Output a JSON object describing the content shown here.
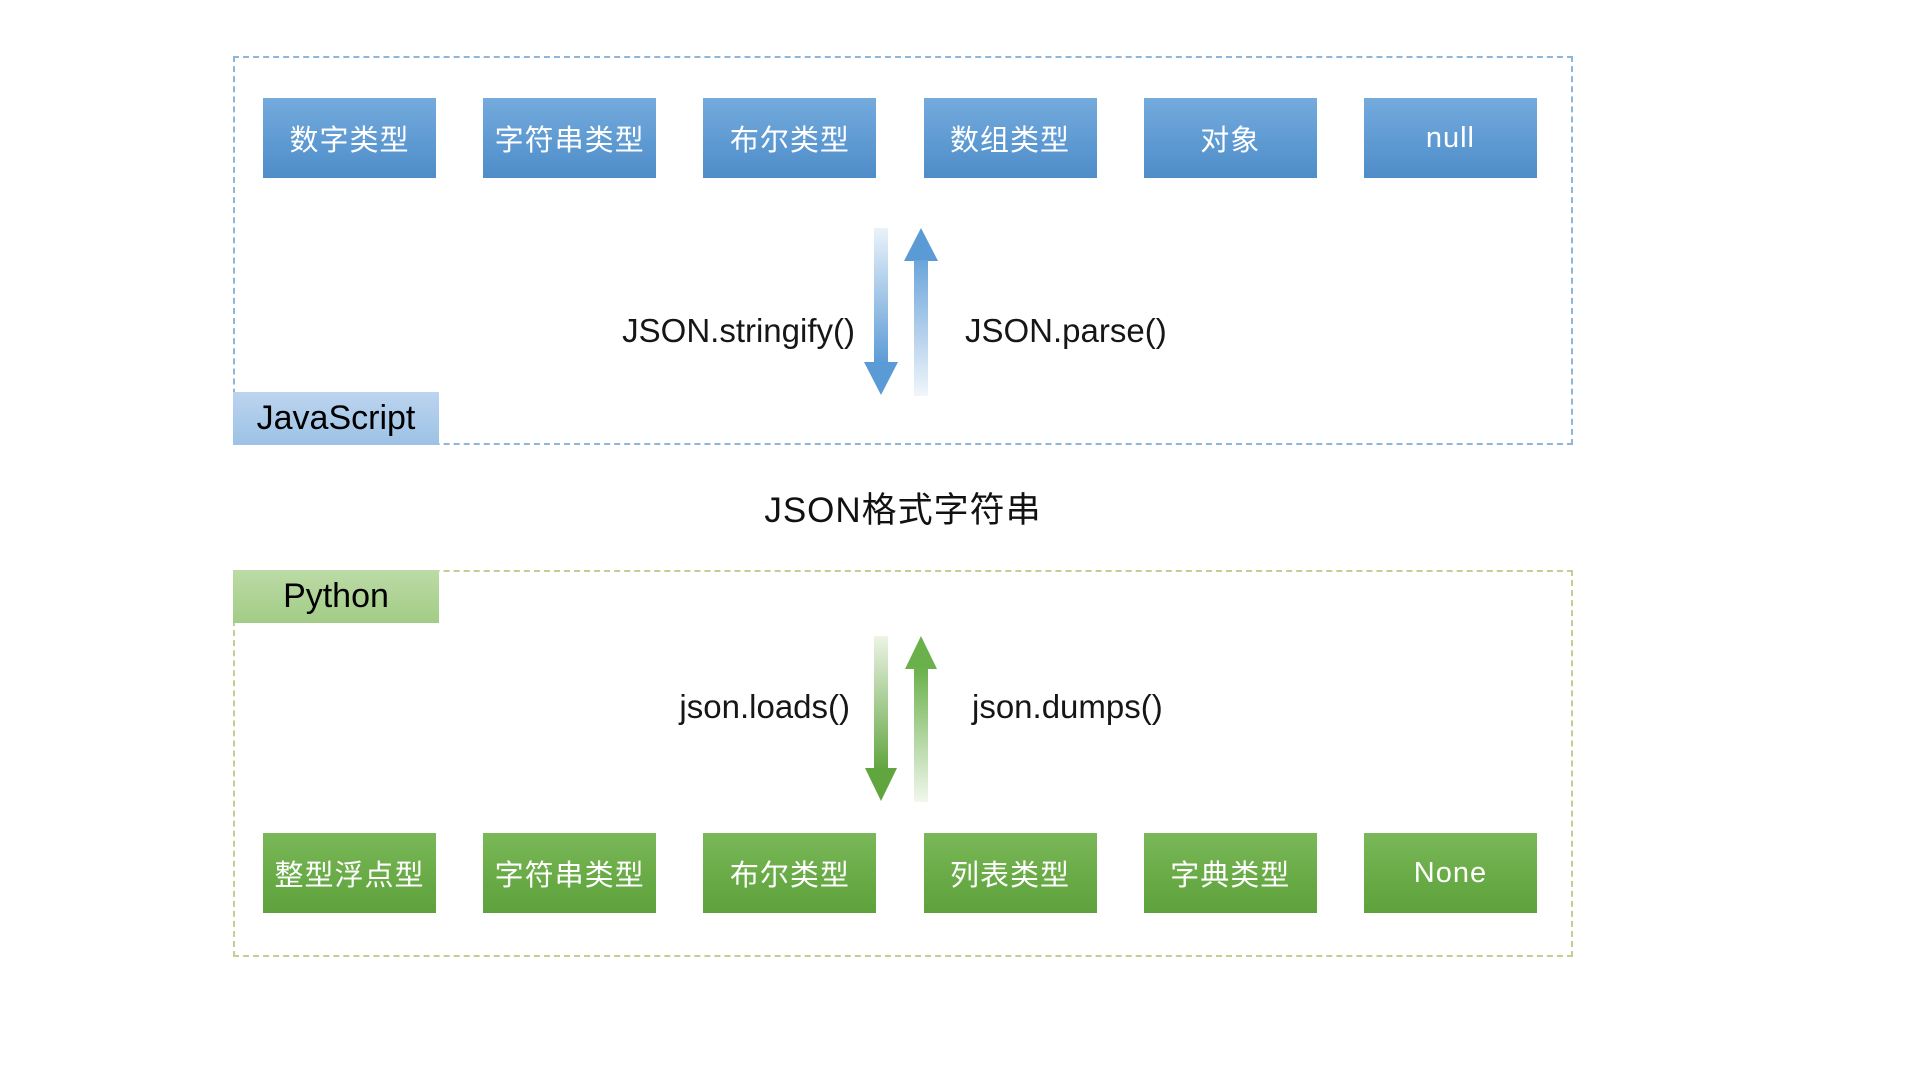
{
  "diagram": {
    "middle_label": "JSON格式字符串",
    "javascript": {
      "tag": "JavaScript",
      "types": [
        "数字类型",
        "字符串类型",
        "布尔类型",
        "数组类型",
        "对象",
        "null"
      ],
      "stringify_label": "JSON.stringify()",
      "parse_label": "JSON.parse()"
    },
    "python": {
      "tag": "Python",
      "types": [
        "整型浮点型",
        "字符串类型",
        "布尔类型",
        "列表类型",
        "字典类型",
        "None"
      ],
      "loads_label": "json.loads()",
      "dumps_label": "json.dumps()"
    },
    "colors": {
      "js_accent": "#5b9bd5",
      "js_box_top": "#75abdd",
      "js_box_bottom": "#4f8dc9",
      "js_tag_bg": "#9cc2e5",
      "js_border": "#8fb6d8",
      "py_accent": "#70ad47",
      "py_box_top": "#7ab859",
      "py_box_bottom": "#5ea23d",
      "py_tag_bg": "#a9d18e",
      "py_border": "#bed193",
      "box_text": "#ffffff",
      "label_text": "#161616"
    }
  }
}
